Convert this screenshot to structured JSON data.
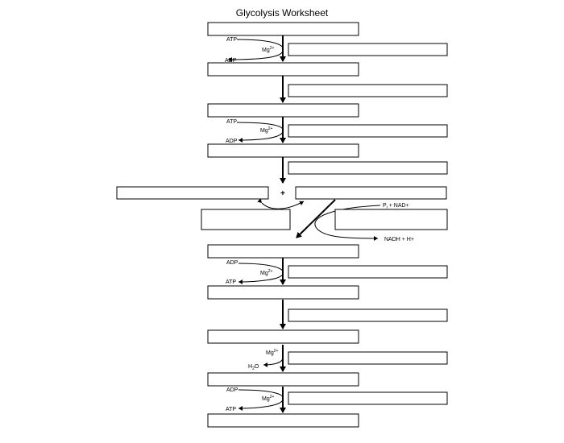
{
  "title": "Glycolysis Worksheet",
  "molecules": {
    "atp": "ATP",
    "adp": "ADP",
    "mg": "Mg",
    "mg_charge": "2+",
    "water_h": "H",
    "water_sub": "2",
    "water_o": "O",
    "plus": "+",
    "pi_p": "P",
    "pi_sub": "i",
    "pi_rest": " + NAD+",
    "nadh": "NADH + H+"
  },
  "answer_boxes": {
    "substrate_count": 11,
    "enzyme_count": 10,
    "filled_values": []
  }
}
